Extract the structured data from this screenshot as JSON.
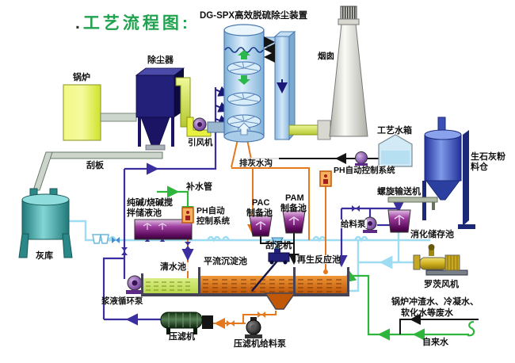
{
  "title_dot": ".",
  "title": "工艺流程图:",
  "device_title": "DG-SPX高效脱硫除尘装置",
  "colors": {
    "title_green": "#1fa24e",
    "pipe_flue_gas": "#141414",
    "pipe_water": "#9edcf2",
    "pipe_slurry": "#3b2e9e",
    "pipe_dosing_orange": "#e5791e",
    "pipe_fresh_water": "#2fb43c",
    "tower_blue": "#bcd9f2",
    "boiler_yellow": "#eef35c",
    "dust_collector_navy": "#1b1464",
    "tank_purple": "#7a1079",
    "ash_silo_teal": "#2f9494",
    "lime_silo_blue": "#2a3f9f",
    "sediment_orange": "#d87a18",
    "clear_water_green": "#c8e060"
  },
  "equipment": {
    "boiler": "锅炉",
    "dust_collector": "除尘器",
    "induced_fan": "引风机",
    "scraper_plate": "刮板",
    "chimney": "烟囱",
    "process_water_tank": "工艺水箱",
    "lime_silo_l1": "生石灰粉",
    "lime_silo_l2": "料仓",
    "ash_ditch": "排灰水沟",
    "ph_right": "PH自动控制系统",
    "screw_conveyor": "螺旋输送机",
    "makeup_pipe": "补水管",
    "alkali_tank_l1": "纯碱/烧碱搅",
    "alkali_tank_l2": "拌储液池",
    "ph_left_l1": "PH自动",
    "ph_left_l2": "控制系统",
    "pac_l1": "PAC",
    "pac_l2": "制备池",
    "pam_l1": "PAM",
    "pam_l2": "制备池",
    "feed_pump": "给料泵",
    "digestion_tank": "消化储存池",
    "ash_storage": "灰库",
    "clear_water_tank": "清水池",
    "sedimentation_tank": "平流沉淀池",
    "mud_scraper": "刮泥机",
    "regen_tank": "再生反应池",
    "slurry_pump": "浆液循环泵",
    "roots_blower": "罗茨风机",
    "filter_press": "压滤机",
    "filter_press_pump": "压滤机给料泵",
    "wastewater_l1": "锅炉冲渣水、冷凝水、",
    "wastewater_l2": "软化水等废水",
    "tap_water": "自来水"
  }
}
